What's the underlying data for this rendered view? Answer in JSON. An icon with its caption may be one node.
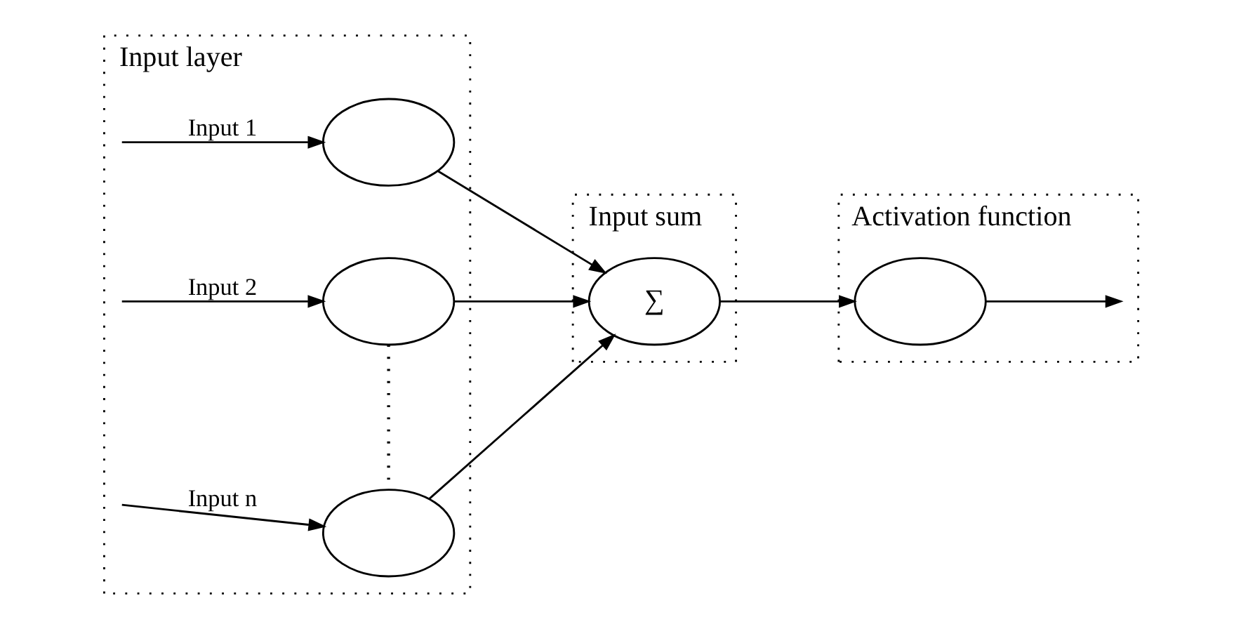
{
  "diagram": {
    "nodes": [
      {
        "text": [
          "Input layer"
        ]
      },
      {
        "text": [
          "Input sum"
        ]
      },
      {
        "text": [
          "Activation function"
        ]
      },
      {
        "text": [],
        "shape": "circle",
        "in": 0
      },
      {
        "text": [],
        "shape": "circle",
        "in": 0
      },
      {
        "text": [],
        "shape": "circle",
        "in": 0
      },
      {
        "text": [
          "∑"
        ],
        "in": 1
      },
      {
        "text": [],
        "shape": "circle",
        "in": 2
      }
    ],
    "edges": [
      {
        "from": null,
        "to": 3,
        "arrow": "to",
        "label": "Input 1"
      },
      {
        "from": null,
        "to": 4,
        "arrow": "to",
        "label": "Input 2"
      },
      {
        "from": null,
        "to": 5,
        "arrow": "to",
        "label": "Input n"
      },
      {
        "from": 4,
        "to": 5,
        "arrow": "none",
        "style": "dashed"
      },
      {
        "from": 3,
        "to": 6,
        "arrow": "to"
      },
      {
        "from": 4,
        "to": 6,
        "arrow": "to"
      },
      {
        "from": 5,
        "to": 6,
        "arrow": "to"
      },
      {
        "from": 6,
        "to": 7,
        "arrow": "to"
      },
      {
        "from": 7,
        "to": null,
        "arrow": "to"
      }
    ]
  }
}
